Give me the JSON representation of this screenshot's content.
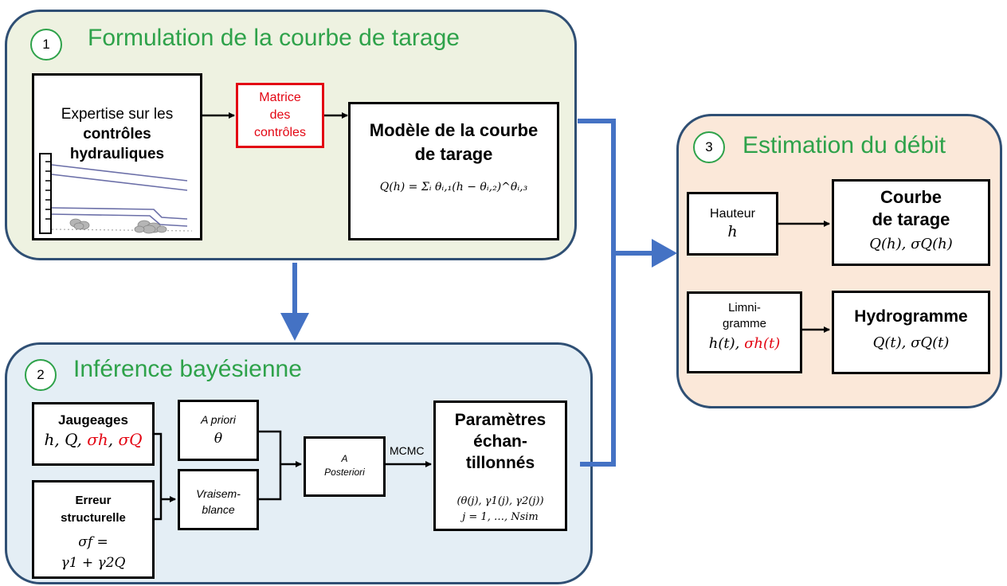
{
  "panel1": {
    "number": "1",
    "title": "Formulation de la courbe de tarage",
    "expertise": {
      "line1": "Expertise sur les",
      "line2": "contrôles",
      "line3": "hydrauliques"
    },
    "matrice": {
      "line1": "Matrice",
      "line2": "des",
      "line3": "contrôles"
    },
    "modele": {
      "line1": "Modèle de la courbe",
      "line2": "de tarage",
      "formula": "Q(h) = Σᵢ θᵢ,₁(h − θᵢ,₂)^θᵢ,₃"
    }
  },
  "panel2": {
    "number": "2",
    "title": "Inférence bayésienne",
    "jaugeages": {
      "title": "Jaugeages",
      "vars_black": "h, Q, ",
      "sigma_h": "σh",
      "sep": ", ",
      "sigma_q": "σQ"
    },
    "erreur": {
      "line1": "Erreur",
      "line2": "structurelle",
      "line3": "σf =",
      "line4": "γ1 + γ2Q"
    },
    "apriori": {
      "line1": "A priori",
      "line2": "θ"
    },
    "vraisemblance": {
      "line1": "Vraisem-",
      "line2": "blance"
    },
    "aposteriori": {
      "line1": "A",
      "line2": "Posteriori"
    },
    "mcmc": "MCMC",
    "parametres": {
      "line1": "Paramètres",
      "line2": "échan-",
      "line3": "tillonnés",
      "line4": "(θ(j), γ1(j), γ2(j))",
      "line5": "j = 1, …, Nsim"
    }
  },
  "panel3": {
    "number": "3",
    "title": "Estimation du débit",
    "hauteur": {
      "line1": "Hauteur",
      "line2": "h"
    },
    "courbe": {
      "line1": "Courbe",
      "line2": "de tarage",
      "line3": "Q(h), σQ(h)"
    },
    "limni": {
      "line1": "Limni-",
      "line2": "gramme",
      "line3_black": "h(t), ",
      "line3_red": "σh(t)"
    },
    "hydro": {
      "line1": "Hydrogramme",
      "line2": "Q(t), σQ(t)"
    }
  },
  "colors": {
    "accent_green": "#2ea24a",
    "panel_border": "#2f4f74",
    "flow_arrow": "#4472c4",
    "highlight_red": "#e30613"
  }
}
